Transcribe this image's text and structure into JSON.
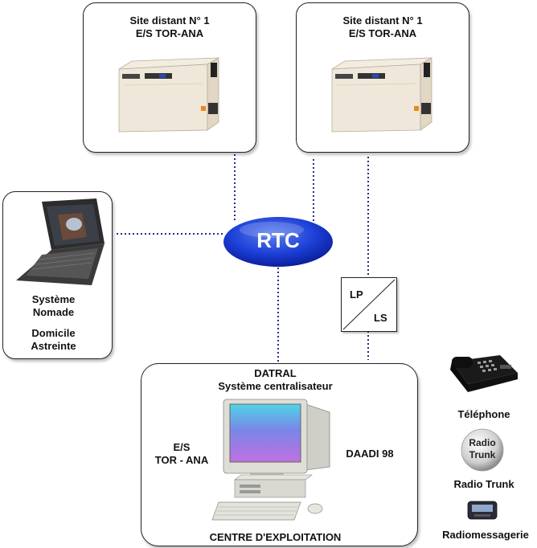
{
  "site1": {
    "line1": "Site distant N° 1",
    "line2": "E/S TOR-ANA"
  },
  "site2": {
    "line1": "Site distant N° 1",
    "line2": "E/S TOR-ANA"
  },
  "network": {
    "label": "RTC"
  },
  "modem": {
    "lp": "LP",
    "ls": "LS"
  },
  "nomade": {
    "line1": "Système",
    "line2": "Nomade",
    "line3": "Domicile",
    "line4": "Astreinte"
  },
  "centre": {
    "title1": "DATRAL",
    "title2": "Système centralisateur",
    "left1": "E/S",
    "left2": "TOR - ANA",
    "right": "DAADI 98",
    "footer": "CENTRE D'EXPLOITATION"
  },
  "devices": {
    "telephone": "Téléphone",
    "radio_badge1": "Radio",
    "radio_badge2": "Trunk",
    "radio": "Radio Trunk",
    "pager": "Radiomessagerie"
  }
}
